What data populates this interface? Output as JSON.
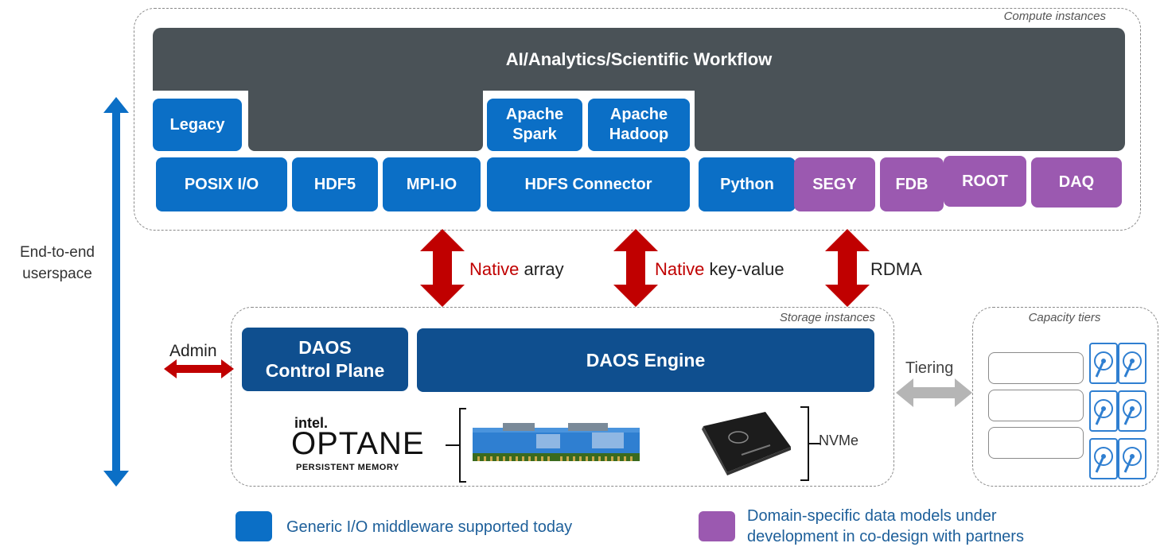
{
  "compute": {
    "label": "Compute instances",
    "workflow_title": "AI/Analytics/Scientific Workflow",
    "legacy": "Legacy",
    "apache_spark": "Apache Spark",
    "apache_hadoop": "Apache Hadoop",
    "middleware": [
      {
        "label": "POSIX I/O",
        "kind": "generic"
      },
      {
        "label": "HDF5",
        "kind": "generic"
      },
      {
        "label": "MPI-IO",
        "kind": "generic"
      },
      {
        "label": "HDFS Connector",
        "kind": "generic"
      },
      {
        "label": "Python",
        "kind": "generic"
      },
      {
        "label": "SEGY",
        "kind": "domain"
      },
      {
        "label": "FDB",
        "kind": "domain"
      },
      {
        "label": "ROOT",
        "kind": "domain"
      },
      {
        "label": "DAQ",
        "kind": "domain"
      }
    ]
  },
  "arrows": {
    "a1_native": "Native",
    "a1_rest": "array",
    "a2_native": "Native",
    "a2_rest": "key-value",
    "a3": "RDMA",
    "admin": "Admin",
    "tiering": "Tiering"
  },
  "side_label": "End-to-end\nuserspace",
  "storage": {
    "label": "Storage instances",
    "control_plane": "DAOS\nControl Plane",
    "engine": "DAOS Engine",
    "intel_word": "intel.",
    "optane_word": "OPTANE",
    "pmem_word": "PERSISTENT MEMORY",
    "nvme": "NVMe"
  },
  "capacity": {
    "label": "Capacity tiers"
  },
  "legend": {
    "generic": "Generic I/O middleware supported today",
    "domain": "Domain-specific data models under\ndevelopment in co-design with partners"
  },
  "colors": {
    "generic": "#0b6fc6",
    "domain": "#9b59b0",
    "workflow": "#4a5257",
    "engine": "#0f4f8f",
    "arrow_red": "#c00000",
    "arrow_blue": "#0b6fc6"
  }
}
